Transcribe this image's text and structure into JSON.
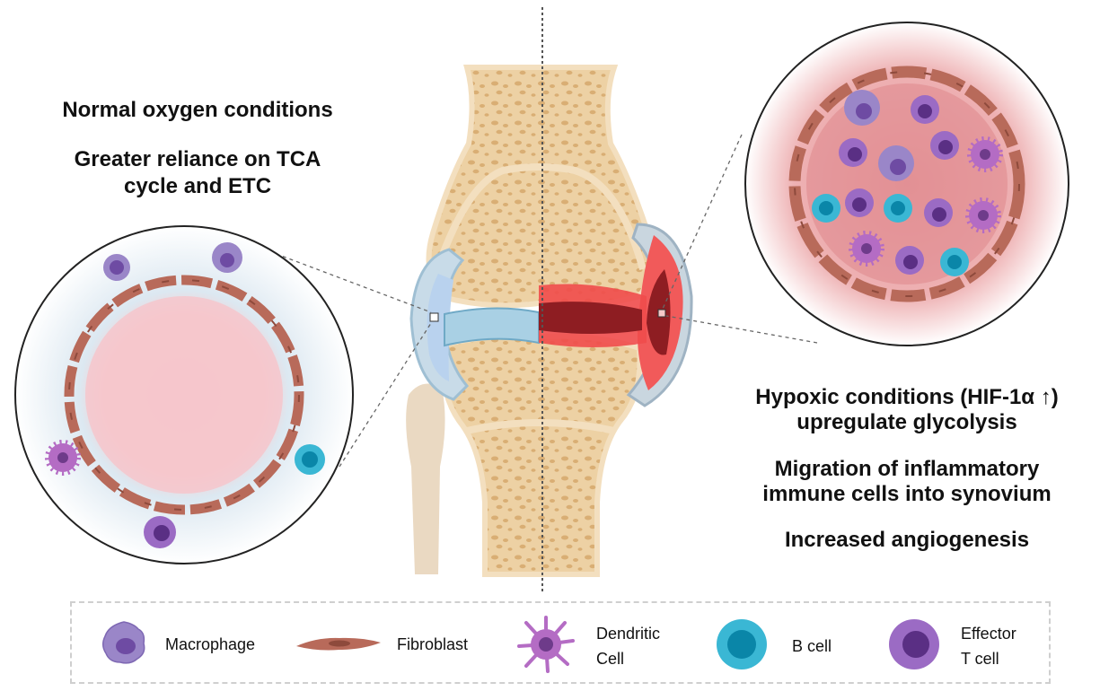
{
  "left_panel": {
    "line1": "Normal oxygen conditions",
    "line2a": "Greater reliance on TCA",
    "line2b": "cycle and ETC"
  },
  "right_panel": {
    "line1a": "Hypoxic conditions (HIF-1α ↑)",
    "line1b": "upregulate glycolysis",
    "line2a": "Migration of inflammatory",
    "line2b": "immune cells into synovium",
    "line3": "Increased angiogenesis"
  },
  "legend": {
    "macrophage": "Macrophage",
    "fibroblast": "Fibroblast",
    "dendritic_a": "Dendritic",
    "dendritic_b": "Cell",
    "bcell": "B cell",
    "effector_a": "Effector",
    "effector_b": "T cell"
  },
  "colors": {
    "bone": "#e8c99a",
    "bone_spots": "#d6aa70",
    "cartilage": "#a9cde2",
    "synovium_normal": "#c9dbe9",
    "synovium_inflamed": "#e23a3a",
    "fibroblast": "#b86a5a",
    "macrophage": "#9a86c8",
    "effector_t": "#9b6bc4",
    "b_cell": "#3ab7d4",
    "dendritic": "#a85ab8"
  }
}
